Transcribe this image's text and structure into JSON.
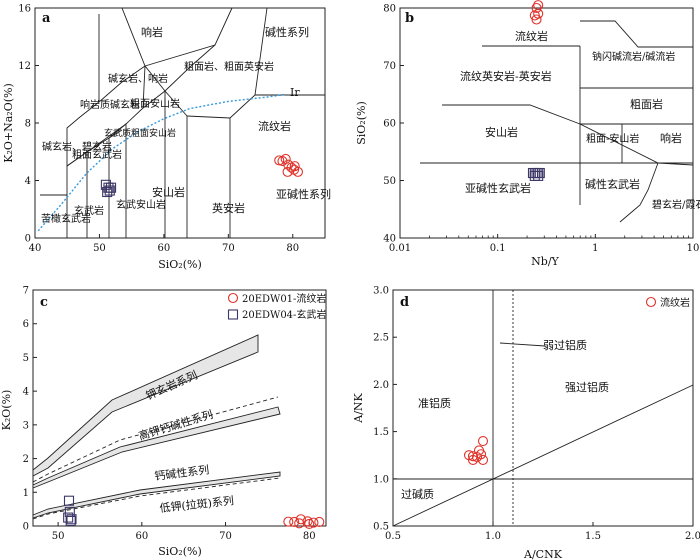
{
  "chart_data": [
    {
      "panel": "a",
      "type": "scatter",
      "xlabel": "SiO₂(%)",
      "ylabel": "K₂O+Na₂O(%)",
      "xlim": [
        40,
        85
      ],
      "ylim": [
        0,
        16
      ],
      "xticks": [
        "40",
        "50",
        "60",
        "70",
        "80"
      ],
      "yticks": [
        "0",
        "4",
        "8",
        "12",
        "16"
      ],
      "fields": [
        "响岩",
        "碱性系列",
        "碱玄岩、响岩",
        "粗面岩、粗面英安岩",
        "响岩质碱玄岩",
        "粗面安山岩",
        "玄武质粗面安山岩",
        "碱玄岩、碧玄岩",
        "粗面玄武岩",
        "流纹岩",
        "亚碱性系列",
        "苦橄玄武岩",
        "玄武岩",
        "玄武安山岩",
        "安山岩",
        "英安岩"
      ],
      "curve_label": "Ir",
      "curve": [
        [
          40.5,
          0.5
        ],
        [
          44,
          2.3
        ],
        [
          48,
          4.5
        ],
        [
          52,
          6.2
        ],
        [
          56,
          7.4
        ],
        [
          60,
          8.3
        ],
        [
          64,
          9.0
        ],
        [
          70,
          9.5
        ],
        [
          76,
          9.8
        ],
        [
          79,
          10.0
        ]
      ],
      "series": [
        {
          "name": "20EDW01-流纹岩",
          "marker": "circle",
          "x": [
            77.9,
            78.4,
            78.9,
            79.3,
            79.8,
            80.3,
            80.8,
            80.2,
            79.2
          ],
          "y": [
            5.4,
            5.35,
            5.5,
            5.1,
            4.9,
            5.0,
            4.6,
            4.75,
            4.6
          ]
        },
        {
          "name": "20EDW04-玄武岩",
          "marker": "square",
          "x": [
            51.0,
            51.4,
            51.6,
            51.2,
            51.8
          ],
          "y": [
            3.7,
            3.5,
            3.3,
            3.2,
            3.5
          ]
        }
      ]
    },
    {
      "panel": "b",
      "type": "scatter",
      "xlabel": "Nb/Y",
      "ylabel": "SiO₂(%)",
      "xscale": "log",
      "xlim": [
        0.01,
        10
      ],
      "ylim": [
        40,
        80
      ],
      "xticks": [
        "0.01",
        "0.1",
        "1",
        "10"
      ],
      "yticks": [
        "40",
        "50",
        "60",
        "70",
        "80"
      ],
      "fields": [
        "流纹岩",
        "钠闪碱流岩/碱流岩",
        "流纹英安岩-英安岩",
        "粗面岩",
        "安山岩",
        "粗面-安山岩",
        "响岩",
        "亚碱性玄武岩",
        "碱性玄武岩",
        "碧玄岩/霞石岩"
      ],
      "series": [
        {
          "name": "20EDW01-流纹岩",
          "marker": "circle",
          "x": [
            0.25,
            0.26,
            0.25,
            0.24,
            0.26
          ],
          "y": [
            80.0,
            79.0,
            78.0,
            78.7,
            80.5
          ]
        },
        {
          "name": "20EDW04-玄武岩",
          "marker": "square",
          "x": [
            0.23,
            0.24,
            0.25,
            0.26,
            0.27,
            0.24,
            0.26
          ],
          "y": [
            51.3,
            51.3,
            51.3,
            51.3,
            51.3,
            50.8,
            50.8
          ]
        }
      ]
    },
    {
      "panel": "c",
      "type": "scatter",
      "xlabel": "SiO₂(%)",
      "ylabel": "K₂O(%)",
      "xlim": [
        47,
        82
      ],
      "ylim": [
        0,
        7
      ],
      "xticks": [
        "50",
        "60",
        "70",
        "80"
      ],
      "yticks": [
        "0",
        "1",
        "2",
        "3",
        "4",
        "5",
        "6",
        "7"
      ],
      "fields": [
        "钾玄岩系列",
        "高钾钙碱性系列",
        "钙碱性系列",
        "低钾(拉斑)系列"
      ],
      "legend": [
        "20EDW01-流纹岩",
        "20EDW04-玄武岩"
      ],
      "series": [
        {
          "name": "20EDW01-流纹岩",
          "marker": "circle",
          "x": [
            77.5,
            78.2,
            79.0,
            79.8,
            80.5,
            81.2,
            80.0,
            78.8
          ],
          "y": [
            0.13,
            0.12,
            0.2,
            0.14,
            0.1,
            0.12,
            0.06,
            0.08
          ]
        },
        {
          "name": "20EDW04-玄武岩",
          "marker": "square",
          "x": [
            51.3,
            51.4,
            51.2,
            51.6,
            51.5
          ],
          "y": [
            0.75,
            0.42,
            0.25,
            0.2,
            0.15
          ]
        }
      ]
    },
    {
      "panel": "d",
      "type": "scatter",
      "xlabel": "A/CNK",
      "ylabel": "A/NK",
      "xlim": [
        0.5,
        2.0
      ],
      "ylim": [
        0.5,
        3.0
      ],
      "xticks": [
        "0.5",
        "1.0",
        "1.5",
        "2.0"
      ],
      "yticks": [
        "0.5",
        "1.0",
        "1.5",
        "2.0",
        "2.5",
        "3.0"
      ],
      "fields": [
        "弱过铝质",
        "准铝质",
        "强过铝质",
        "过碱质"
      ],
      "legend": [
        "流纹岩"
      ],
      "series": [
        {
          "name": "流纹岩",
          "marker": "circle",
          "x": [
            0.88,
            0.9,
            0.92,
            0.94,
            0.95,
            0.9,
            0.93,
            0.95
          ],
          "y": [
            1.25,
            1.24,
            1.23,
            1.26,
            1.4,
            1.2,
            1.3,
            1.2
          ]
        }
      ]
    }
  ]
}
